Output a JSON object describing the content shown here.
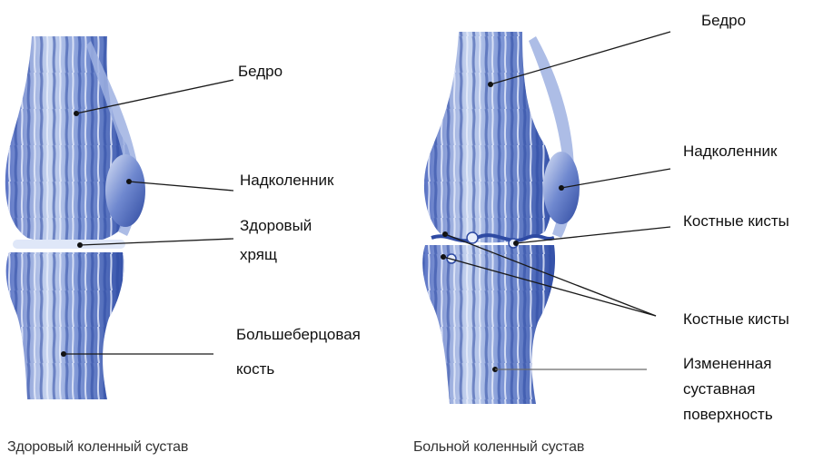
{
  "healthy_knee": {
    "labels": {
      "femur": "Бедро",
      "patella": "Надколенник",
      "cartilage_line1": "Здоровый",
      "cartilage_line2": "хрящ",
      "tibia_line1": "Большеберцовая",
      "tibia_line2": "кость"
    },
    "caption": "Здоровый коленный сустав"
  },
  "diseased_knee": {
    "labels": {
      "femur": "Бедро",
      "patella": "Надколенник",
      "cysts_upper": "Костные кисты",
      "cysts_lower": "Костные кисты",
      "surface_line1": "Измененная",
      "surface_line2": "суставная",
      "surface_line3": "поверхность"
    },
    "caption": "Больной коленный сустав"
  },
  "colors": {
    "bone_light": "#c9d6f0",
    "bone_mid": "#7f97d6",
    "bone_dark": "#3350a8",
    "leader_line": "#1a1a1a",
    "leader_line_grey": "#6b6b6b"
  }
}
